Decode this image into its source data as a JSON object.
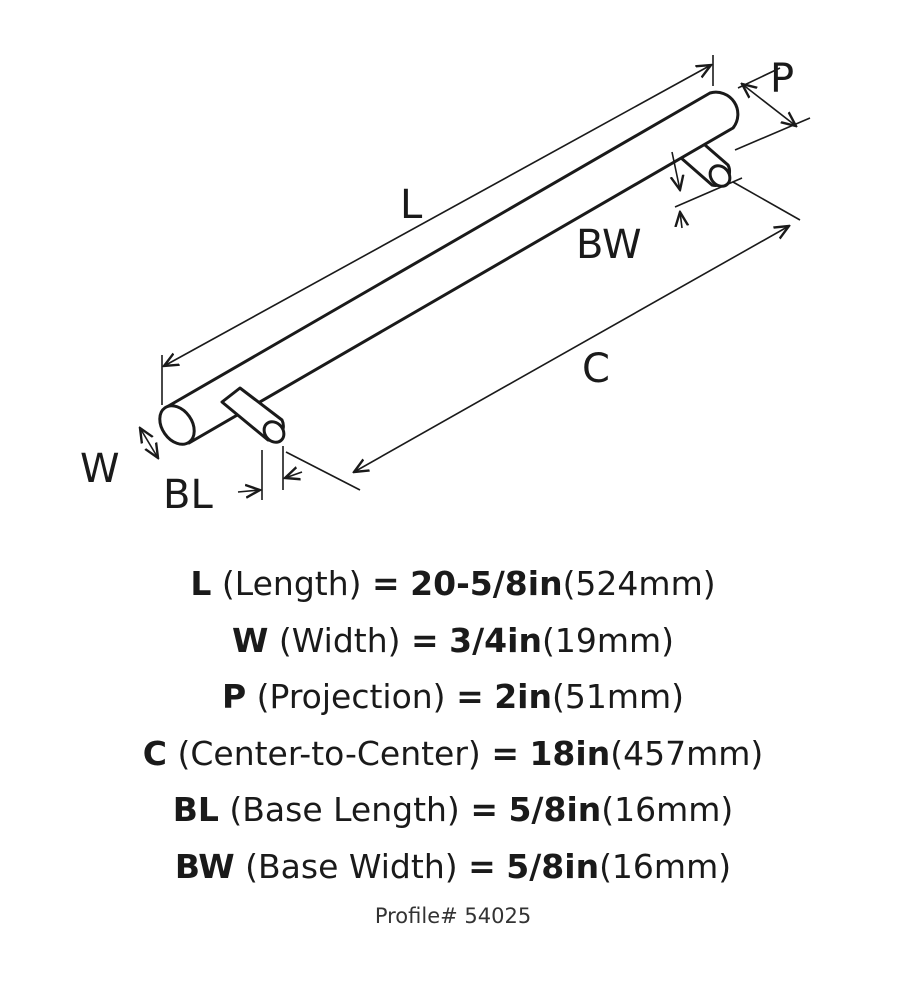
{
  "diagram": {
    "labels": {
      "L": "L",
      "P": "P",
      "BW": "BW",
      "C": "C",
      "W": "W",
      "BL": "BL"
    }
  },
  "specs": [
    {
      "key": "L",
      "name": "(Length)",
      "eq": "=",
      "imperial": "20-5/8in",
      "metric": "(524mm)"
    },
    {
      "key": "W",
      "name": "(Width)",
      "eq": "=",
      "imperial": "3/4in",
      "metric": "(19mm)"
    },
    {
      "key": "P",
      "name": "(Projection)",
      "eq": "=",
      "imperial": "2in",
      "metric": "(51mm)"
    },
    {
      "key": "C",
      "name": "(Center-to-Center)",
      "eq": "=",
      "imperial": "18in",
      "metric": "(457mm)"
    },
    {
      "key": "BL",
      "name": "(Base Length)",
      "eq": "=",
      "imperial": "5/8in",
      "metric": "(16mm)"
    },
    {
      "key": "BW",
      "name": "(Base Width)",
      "eq": "=",
      "imperial": "5/8in",
      "metric": "(16mm)"
    }
  ],
  "profile": "Profile# 54025"
}
